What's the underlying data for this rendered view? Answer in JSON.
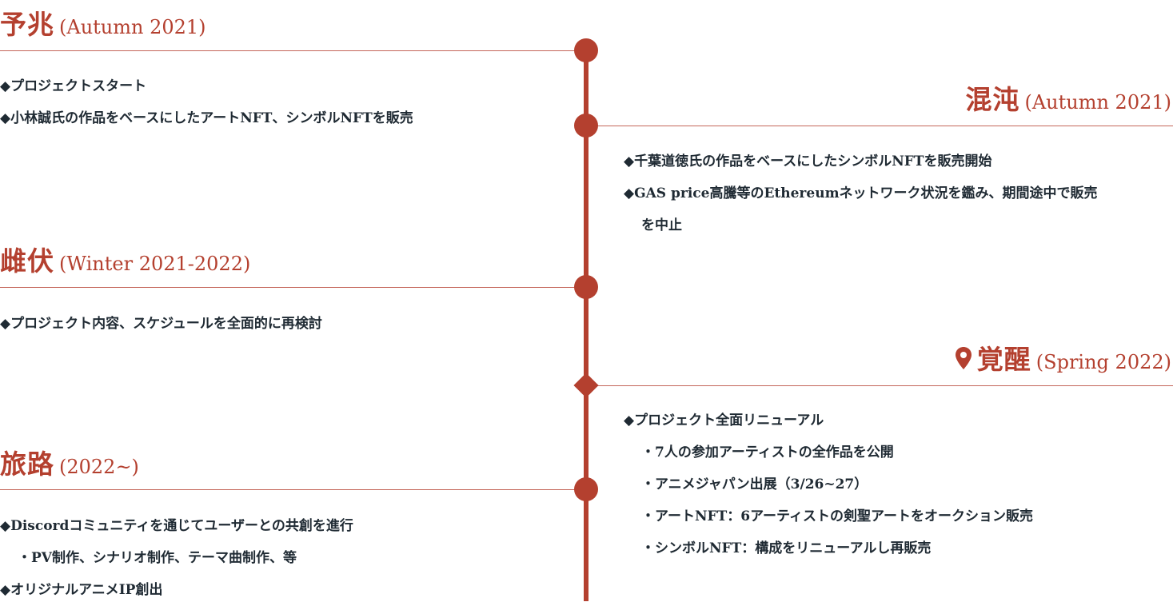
{
  "colors": {
    "accent": "#b4402f",
    "text": "#1f2a33",
    "line": "#c4665a"
  },
  "phases": {
    "yochou": {
      "kanji": "予兆",
      "period": "(Autumn 2021)",
      "items": [
        "◆プロジェクトスタート",
        "◆小林誠氏の作品をベースにしたアートNFT、シンボルNFTを販売"
      ]
    },
    "konton": {
      "kanji": "混沌",
      "period": "(Autumn 2021)",
      "items": [
        "◆千葉道徳氏の作品をベースにしたシンボルNFTを販売開始",
        "◆GAS price高騰等のEthereumネットワーク状況を鑑み、期間途中で販売",
        "を中止"
      ]
    },
    "shifuku": {
      "kanji": "雌伏",
      "period": "(Winter 2021-2022)",
      "items": [
        "◆プロジェクト内容、スケジュールを全面的に再検討"
      ]
    },
    "kakusei": {
      "icon": "map-pin-icon",
      "kanji": "覚醒",
      "period": "(Spring 2022)",
      "items": [
        "◆プロジェクト全面リニューアル",
        "・7人の参加アーティストの全作品を公開",
        "・アニメジャパン出展（3/26~27）",
        "・アートNFT：6アーティストの剣聖アートをオークション販売",
        "・シンボルNFT：構成をリニューアルし再販売"
      ]
    },
    "tabiji": {
      "kanji": "旅路",
      "period": "(2022~)",
      "items": [
        "◆Discordコミュニティを通じてユーザーとの共創を進行",
        "・PV制作、シナリオ制作、テーマ曲制作、等",
        "◆オリジナルアニメIP創出"
      ]
    }
  }
}
